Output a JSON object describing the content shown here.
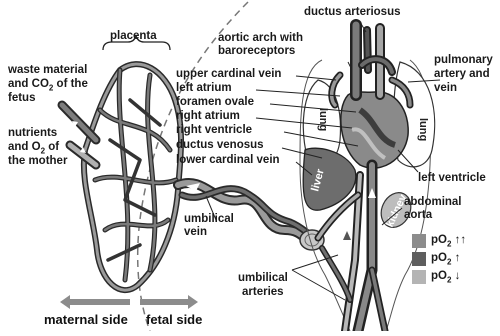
{
  "labels": {
    "placenta": "placenta",
    "waste_1": "waste material",
    "waste_2": "and CO",
    "waste_2_sub": "2",
    "waste_2b": " of the",
    "waste_3": "fetus",
    "nutrients_1": "nutrients",
    "nutrients_2": "and O",
    "nutrients_2_sub": "2",
    "nutrients_2b": " of",
    "nutrients_3": "the mother",
    "ductus_arteriosus": "ductus arteriosus",
    "aortic_arch_1": "aortic arch with",
    "aortic_arch_2": "baroreceptors",
    "upper_cardinal_vein": "upper cardinal vein",
    "left_atrium": "left atrium",
    "foramen_ovale": "foramen ovale",
    "right_atrium": "right atrium",
    "right_ventricle": "right ventricle",
    "ductus_venosus": "ductus venosus",
    "lower_cardinal_vein": "lower cardinal vein",
    "pulmonary_1": "pulmonary",
    "pulmonary_2": "artery and",
    "pulmonary_3": "vein",
    "left_ventricle": "left ventricle",
    "abdominal_1": "abdominal",
    "abdominal_2": "aorta",
    "umbilical_vein_1": "umbilical",
    "umbilical_vein_2": "vein",
    "umbilical_arteries_1": "umbilical",
    "umbilical_arteries_2": "arteries",
    "maternal_side": "maternal side",
    "fetal_side": "fetal side"
  },
  "organs": {
    "lung_left": "lung",
    "lung_right": "lung",
    "liver": "liver",
    "kidney": "kidney"
  },
  "legend": [
    {
      "label": "pO",
      "sub": "2",
      "arrows": " ↑↑",
      "color": "#8c8c8c"
    },
    {
      "label": "pO",
      "sub": "2",
      "arrows": " ↑",
      "color": "#5e5e5e"
    },
    {
      "label": "pO",
      "sub": "2",
      "arrows": " ↓",
      "color": "#b4b4b4"
    }
  ],
  "colors": {
    "vessel_dark": "#3d3d3d",
    "vessel_mid": "#6f6f6f",
    "vessel_light": "#a9a9a9",
    "outline": "#222222"
  }
}
